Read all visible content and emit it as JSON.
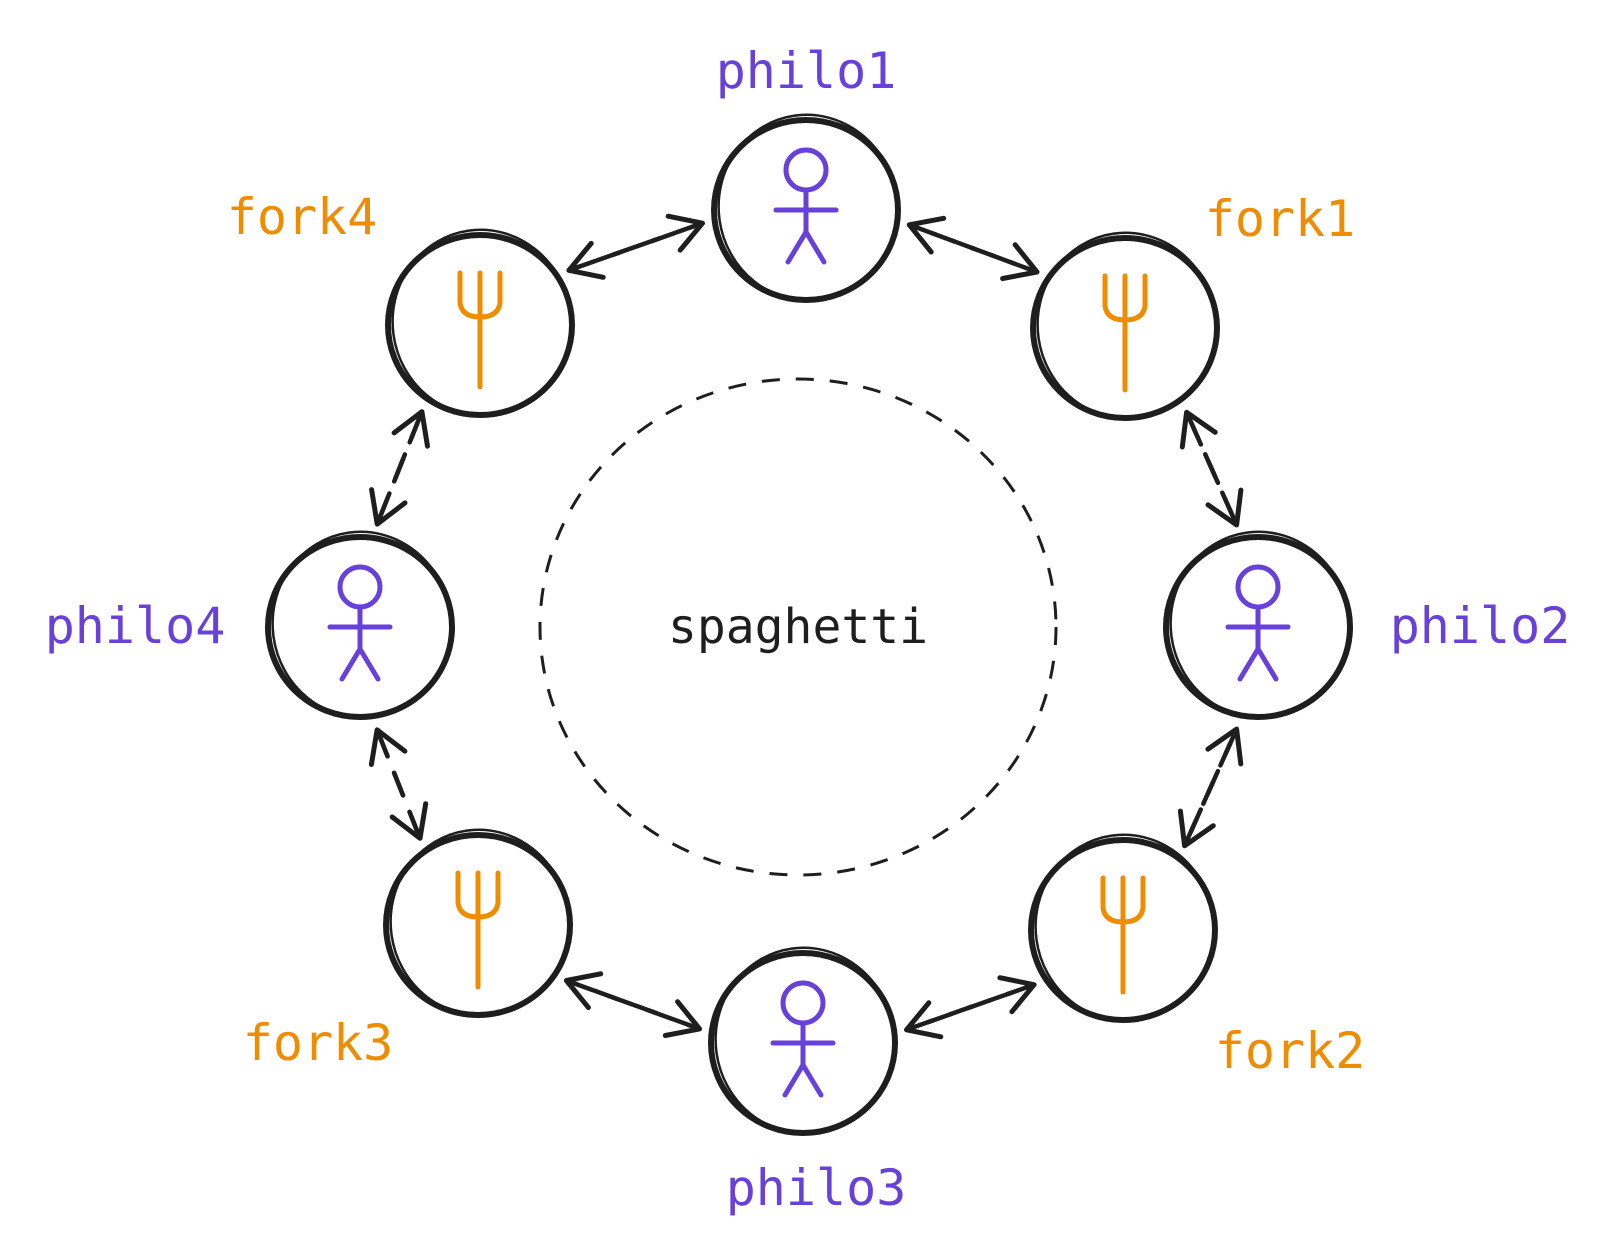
{
  "colors": {
    "philosopher": "#6741d9",
    "fork": "#f08c00",
    "ink": "#1e1e1e"
  },
  "center": {
    "label": "spaghetti"
  },
  "nodes": [
    {
      "id": "philo1",
      "label": "philo1",
      "kind": "philosopher",
      "icon": "stick-figure-icon"
    },
    {
      "id": "fork1",
      "label": "fork1",
      "kind": "fork",
      "icon": "fork-icon"
    },
    {
      "id": "philo2",
      "label": "philo2",
      "kind": "philosopher",
      "icon": "stick-figure-icon"
    },
    {
      "id": "fork2",
      "label": "fork2",
      "kind": "fork",
      "icon": "fork-icon"
    },
    {
      "id": "philo3",
      "label": "philo3",
      "kind": "philosopher",
      "icon": "stick-figure-icon"
    },
    {
      "id": "fork3",
      "label": "fork3",
      "kind": "fork",
      "icon": "fork-icon"
    },
    {
      "id": "philo4",
      "label": "philo4",
      "kind": "philosopher",
      "icon": "stick-figure-icon"
    },
    {
      "id": "fork4",
      "label": "fork4",
      "kind": "fork",
      "icon": "fork-icon"
    }
  ],
  "edges": [
    {
      "from": "philo1",
      "to": "fork1"
    },
    {
      "from": "fork1",
      "to": "philo1"
    },
    {
      "from": "fork1",
      "to": "philo2"
    },
    {
      "from": "philo2",
      "to": "fork1"
    },
    {
      "from": "philo2",
      "to": "fork2"
    },
    {
      "from": "fork2",
      "to": "philo2"
    },
    {
      "from": "fork2",
      "to": "philo3"
    },
    {
      "from": "philo3",
      "to": "fork2"
    },
    {
      "from": "philo3",
      "to": "fork3"
    },
    {
      "from": "fork3",
      "to": "philo3"
    },
    {
      "from": "fork3",
      "to": "philo4"
    },
    {
      "from": "philo4",
      "to": "fork3"
    },
    {
      "from": "philo4",
      "to": "fork4"
    },
    {
      "from": "fork4",
      "to": "philo4"
    },
    {
      "from": "fork4",
      "to": "philo1"
    },
    {
      "from": "philo1",
      "to": "fork4"
    }
  ]
}
